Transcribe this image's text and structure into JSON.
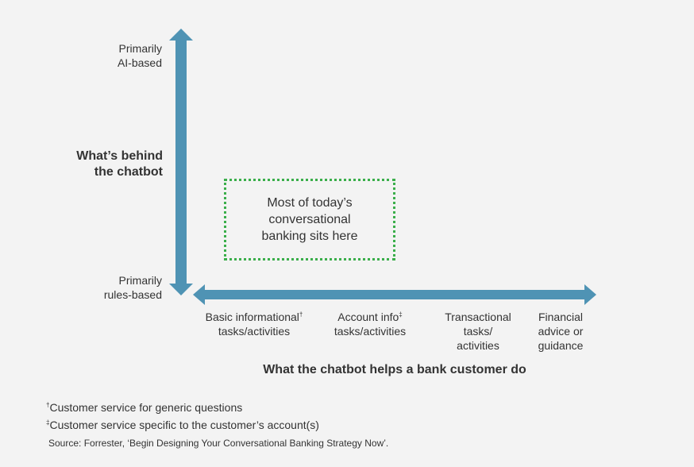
{
  "colors": {
    "axis": "#4f93b4",
    "box_border": "#3aae4a",
    "background": "#f3f3f3",
    "text": "#333333"
  },
  "y_axis": {
    "top_label_line1": "Primarily",
    "top_label_line2": "AI-based",
    "bottom_label_line1": "Primarily",
    "bottom_label_line2": "rules-based",
    "title_line1": "What’s behind",
    "title_line2": "the chatbot"
  },
  "x_axis": {
    "title": "What the chatbot helps a bank customer do",
    "categories": [
      {
        "line1": "Basic informational",
        "mark": "†",
        "line2": "tasks/activities",
        "line3": ""
      },
      {
        "line1": "Account info",
        "mark": "‡",
        "line2": "tasks/activities",
        "line3": ""
      },
      {
        "line1": "Transactional",
        "mark": "",
        "line2": "tasks/",
        "line3": "activities"
      },
      {
        "line1": "Financial",
        "mark": "",
        "line2": "advice or",
        "line3": "guidance"
      }
    ]
  },
  "box": {
    "line1": "Most of today’s",
    "line2": "conversational",
    "line3": "banking sits here"
  },
  "footnotes": [
    {
      "mark": "†",
      "text": "Customer service for generic questions"
    },
    {
      "mark": "‡",
      "text": "Customer service specific to the customer’s account(s)"
    }
  ],
  "source": "Source: Forrester, ‘Begin Designing Your Conversational Banking Strategy Now’."
}
